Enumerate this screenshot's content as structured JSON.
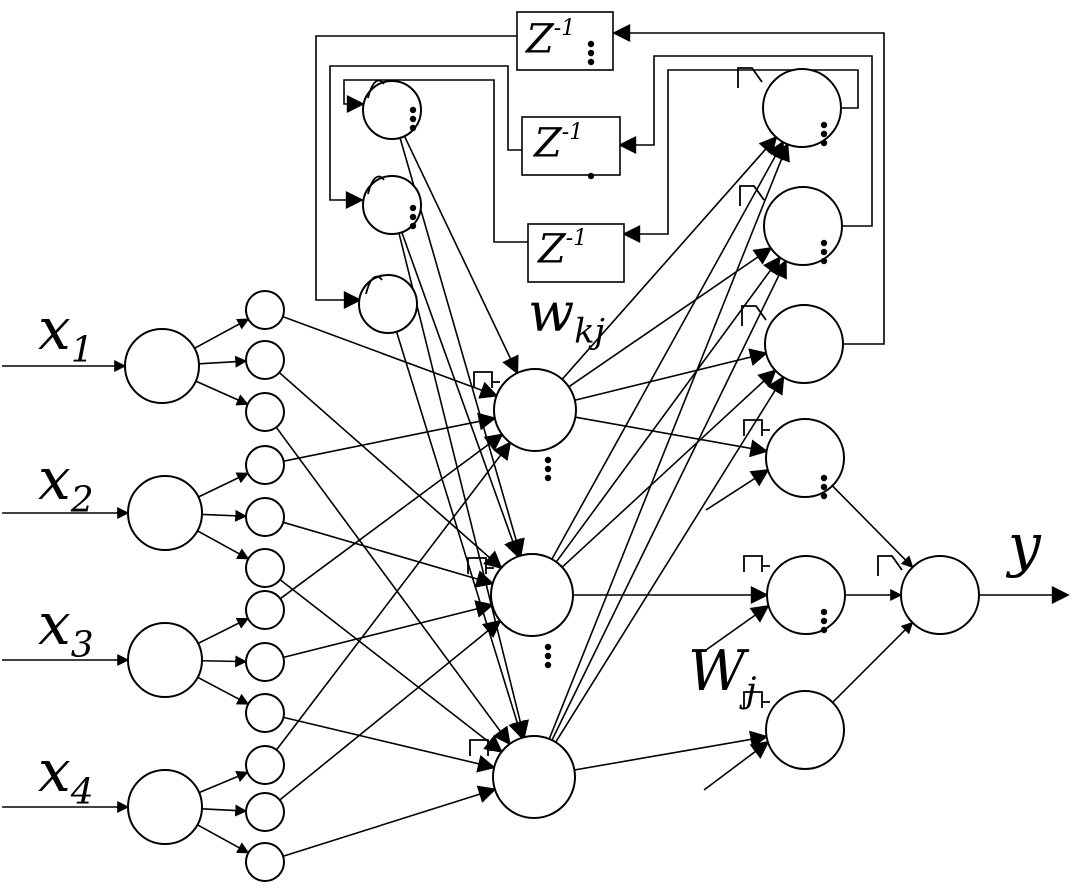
{
  "labels": {
    "x1": {
      "base": "x",
      "sub": "1"
    },
    "x2": {
      "base": "x",
      "sub": "2"
    },
    "x3": {
      "base": "x",
      "sub": "3"
    },
    "x4": {
      "base": "x",
      "sub": "4"
    },
    "wkj": {
      "base": "w",
      "sub": "kj"
    },
    "Wj": {
      "base": "W",
      "sub": "j"
    },
    "y": "y"
  },
  "delay_blocks": [
    {
      "base": "Z",
      "exp": "-1"
    },
    {
      "base": "Z",
      "exp": "-1"
    },
    {
      "base": "Z",
      "exp": "-1"
    }
  ]
}
